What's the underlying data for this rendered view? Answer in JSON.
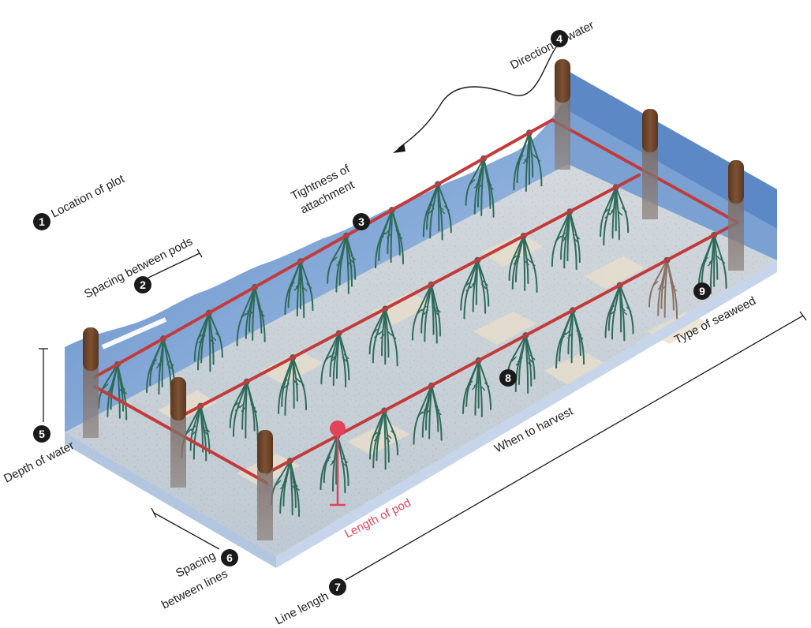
{
  "labels": {
    "location_of_plot": "Location of plot",
    "spacing_between_pods": "Spacing between pods",
    "tightness_line1": "Tightness of",
    "tightness_line2": "attachment",
    "direction_of_water": "Direction of water",
    "depth_of_water": "Depth of water",
    "spacing_lines_line1": "Spacing",
    "spacing_lines_line2": "between lines",
    "line_length": "Line length",
    "when_to_harvest": "When to harvest",
    "type_of_seaweed": "Type of seaweed",
    "length_of_pod": "Length of pod"
  },
  "badges": [
    "1",
    "2",
    "3",
    "4",
    "5",
    "6",
    "7",
    "8",
    "9"
  ],
  "colors": {
    "water_top": "#4f7fc1",
    "water_light": "#c9d9ee",
    "seabed": "#e8dcc8",
    "post": "#6b4226",
    "rope": "#c23b3b",
    "seaweed": "#2f6b5a",
    "seaweed_variant": "#8a7366",
    "pod_marker": "#e0435a",
    "badge": "#1a1a1a"
  }
}
